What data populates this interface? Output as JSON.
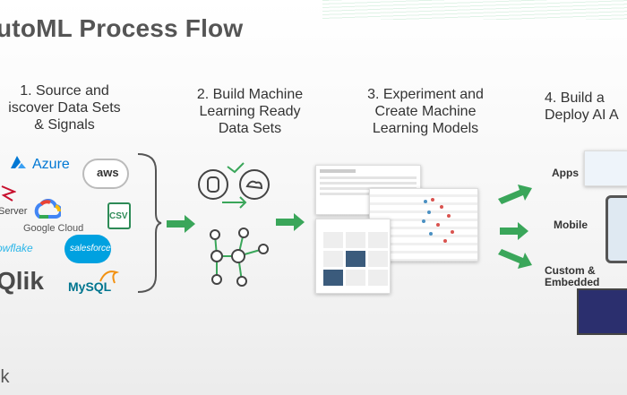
{
  "header": {
    "title": "utoML Process Flow"
  },
  "steps": [
    {
      "label": "1. Source and\niscover Data Sets\n& Signals"
    },
    {
      "label": "2. Build Machine\nLearning Ready\nData Sets"
    },
    {
      "label": "3. Experiment and\nCreate Machine\nLearning Models"
    },
    {
      "label": "4. Build a\nDeploy AI A"
    }
  ],
  "sources": {
    "azure": "Azure",
    "aws": "aws",
    "sqlserver": "Server",
    "google": "Google Cloud",
    "csv": "CSV",
    "snowflake": "owflake",
    "salesforce": "salesforce",
    "qlik": "Qlik",
    "mysql": "MySQL"
  },
  "deploy": {
    "apps": "Apps",
    "mobile": "Mobile",
    "custom": "Custom &\nEmbedded"
  },
  "footer": {
    "brand": "ik"
  },
  "colors": {
    "accent_green": "#3aa65a",
    "azure_blue": "#0078d4",
    "qlik_green": "#009845"
  }
}
